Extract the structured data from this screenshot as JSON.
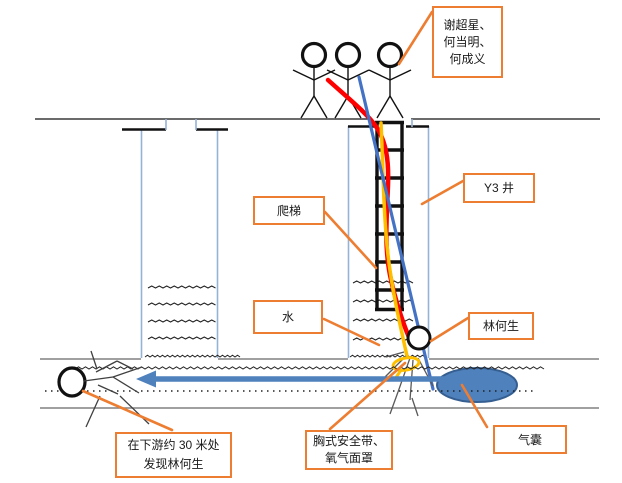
{
  "labels": {
    "rescuers": [
      "谢超星、",
      "何当明、",
      "何成义"
    ],
    "well": "Y3 井",
    "ladder": "爬梯",
    "water": "水",
    "victim": "林何生",
    "harness": [
      "胸式安全带、",
      "氧气面罩"
    ],
    "airbag": "气囊",
    "downstream": [
      "在下游约 30 米处",
      "发现林何生"
    ]
  },
  "colors": {
    "callout_border": "#ED7D31",
    "rope_red": "#FF0000",
    "rope_yellow": "#FFC000",
    "rope_blue": "#4472C4",
    "arrow_blue": "#4F81BD",
    "airbag_fill": "#4F81BD",
    "shaft_wall_blue": "#95B3D7",
    "tunnel_gray": "#808080"
  }
}
